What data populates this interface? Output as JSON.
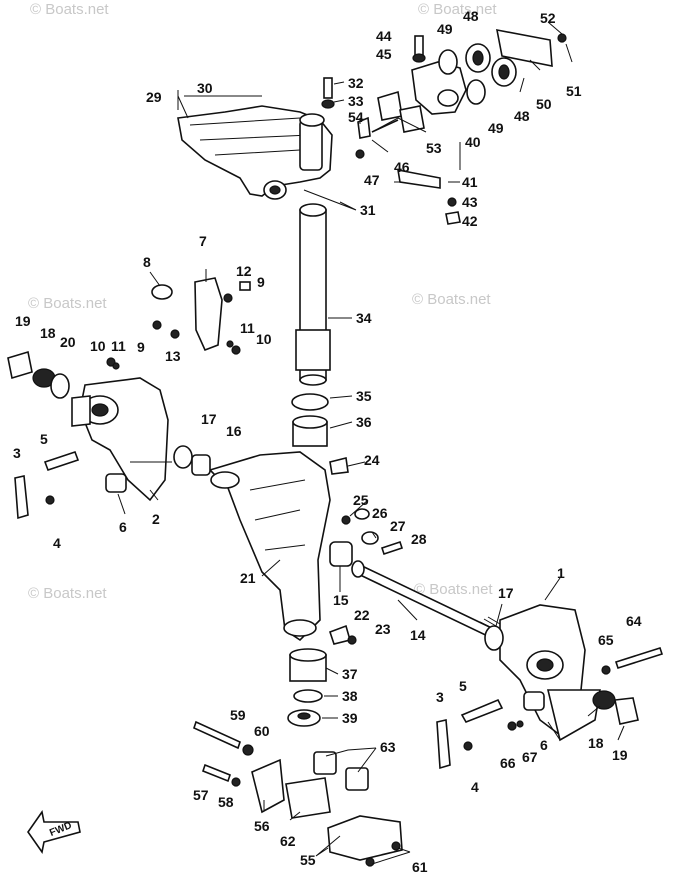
{
  "diagram": {
    "watermark_text": "© Boats.net",
    "fwd_label": "FWD",
    "callouts": [
      {
        "id": "c1",
        "text": "1"
      },
      {
        "id": "c2",
        "text": "2"
      },
      {
        "id": "c3",
        "text": "3"
      },
      {
        "id": "c3b",
        "text": "3"
      },
      {
        "id": "c4",
        "text": "4"
      },
      {
        "id": "c4b",
        "text": "4"
      },
      {
        "id": "c5",
        "text": "5"
      },
      {
        "id": "c5b",
        "text": "5"
      },
      {
        "id": "c6",
        "text": "6"
      },
      {
        "id": "c6b",
        "text": "6"
      },
      {
        "id": "c7",
        "text": "7"
      },
      {
        "id": "c8",
        "text": "8"
      },
      {
        "id": "c9",
        "text": "9"
      },
      {
        "id": "c9b",
        "text": "9"
      },
      {
        "id": "c10",
        "text": "10"
      },
      {
        "id": "c10b",
        "text": "10"
      },
      {
        "id": "c11",
        "text": "11"
      },
      {
        "id": "c11b",
        "text": "11"
      },
      {
        "id": "c12",
        "text": "12"
      },
      {
        "id": "c13",
        "text": "13"
      },
      {
        "id": "c14",
        "text": "14"
      },
      {
        "id": "c15",
        "text": "15"
      },
      {
        "id": "c16",
        "text": "16"
      },
      {
        "id": "c17",
        "text": "17"
      },
      {
        "id": "c17b",
        "text": "17"
      },
      {
        "id": "c18",
        "text": "18"
      },
      {
        "id": "c18b",
        "text": "18"
      },
      {
        "id": "c19",
        "text": "19"
      },
      {
        "id": "c19b",
        "text": "19"
      },
      {
        "id": "c20",
        "text": "20"
      },
      {
        "id": "c21",
        "text": "21"
      },
      {
        "id": "c22",
        "text": "22"
      },
      {
        "id": "c23",
        "text": "23"
      },
      {
        "id": "c24",
        "text": "24"
      },
      {
        "id": "c25",
        "text": "25"
      },
      {
        "id": "c26",
        "text": "26"
      },
      {
        "id": "c27",
        "text": "27"
      },
      {
        "id": "c28",
        "text": "28"
      },
      {
        "id": "c29",
        "text": "29"
      },
      {
        "id": "c30",
        "text": "30"
      },
      {
        "id": "c31",
        "text": "31"
      },
      {
        "id": "c32",
        "text": "32"
      },
      {
        "id": "c33",
        "text": "33"
      },
      {
        "id": "c34",
        "text": "34"
      },
      {
        "id": "c35",
        "text": "35"
      },
      {
        "id": "c36",
        "text": "36"
      },
      {
        "id": "c37",
        "text": "37"
      },
      {
        "id": "c38",
        "text": "38"
      },
      {
        "id": "c39",
        "text": "39"
      },
      {
        "id": "c40",
        "text": "40"
      },
      {
        "id": "c41",
        "text": "41"
      },
      {
        "id": "c42",
        "text": "42"
      },
      {
        "id": "c43",
        "text": "43"
      },
      {
        "id": "c44",
        "text": "44"
      },
      {
        "id": "c45",
        "text": "45"
      },
      {
        "id": "c46",
        "text": "46"
      },
      {
        "id": "c47",
        "text": "47"
      },
      {
        "id": "c48",
        "text": "48"
      },
      {
        "id": "c48b",
        "text": "48"
      },
      {
        "id": "c49",
        "text": "49"
      },
      {
        "id": "c49b",
        "text": "49"
      },
      {
        "id": "c50",
        "text": "50"
      },
      {
        "id": "c51",
        "text": "51"
      },
      {
        "id": "c52",
        "text": "52"
      },
      {
        "id": "c53",
        "text": "53"
      },
      {
        "id": "c54",
        "text": "54"
      },
      {
        "id": "c55",
        "text": "55"
      },
      {
        "id": "c56",
        "text": "56"
      },
      {
        "id": "c57",
        "text": "57"
      },
      {
        "id": "c58",
        "text": "58"
      },
      {
        "id": "c59",
        "text": "59"
      },
      {
        "id": "c60",
        "text": "60"
      },
      {
        "id": "c61",
        "text": "61"
      },
      {
        "id": "c62",
        "text": "62"
      },
      {
        "id": "c63",
        "text": "63"
      },
      {
        "id": "c64",
        "text": "64"
      },
      {
        "id": "c65",
        "text": "65"
      },
      {
        "id": "c66",
        "text": "66"
      },
      {
        "id": "c67",
        "text": "67"
      }
    ]
  }
}
